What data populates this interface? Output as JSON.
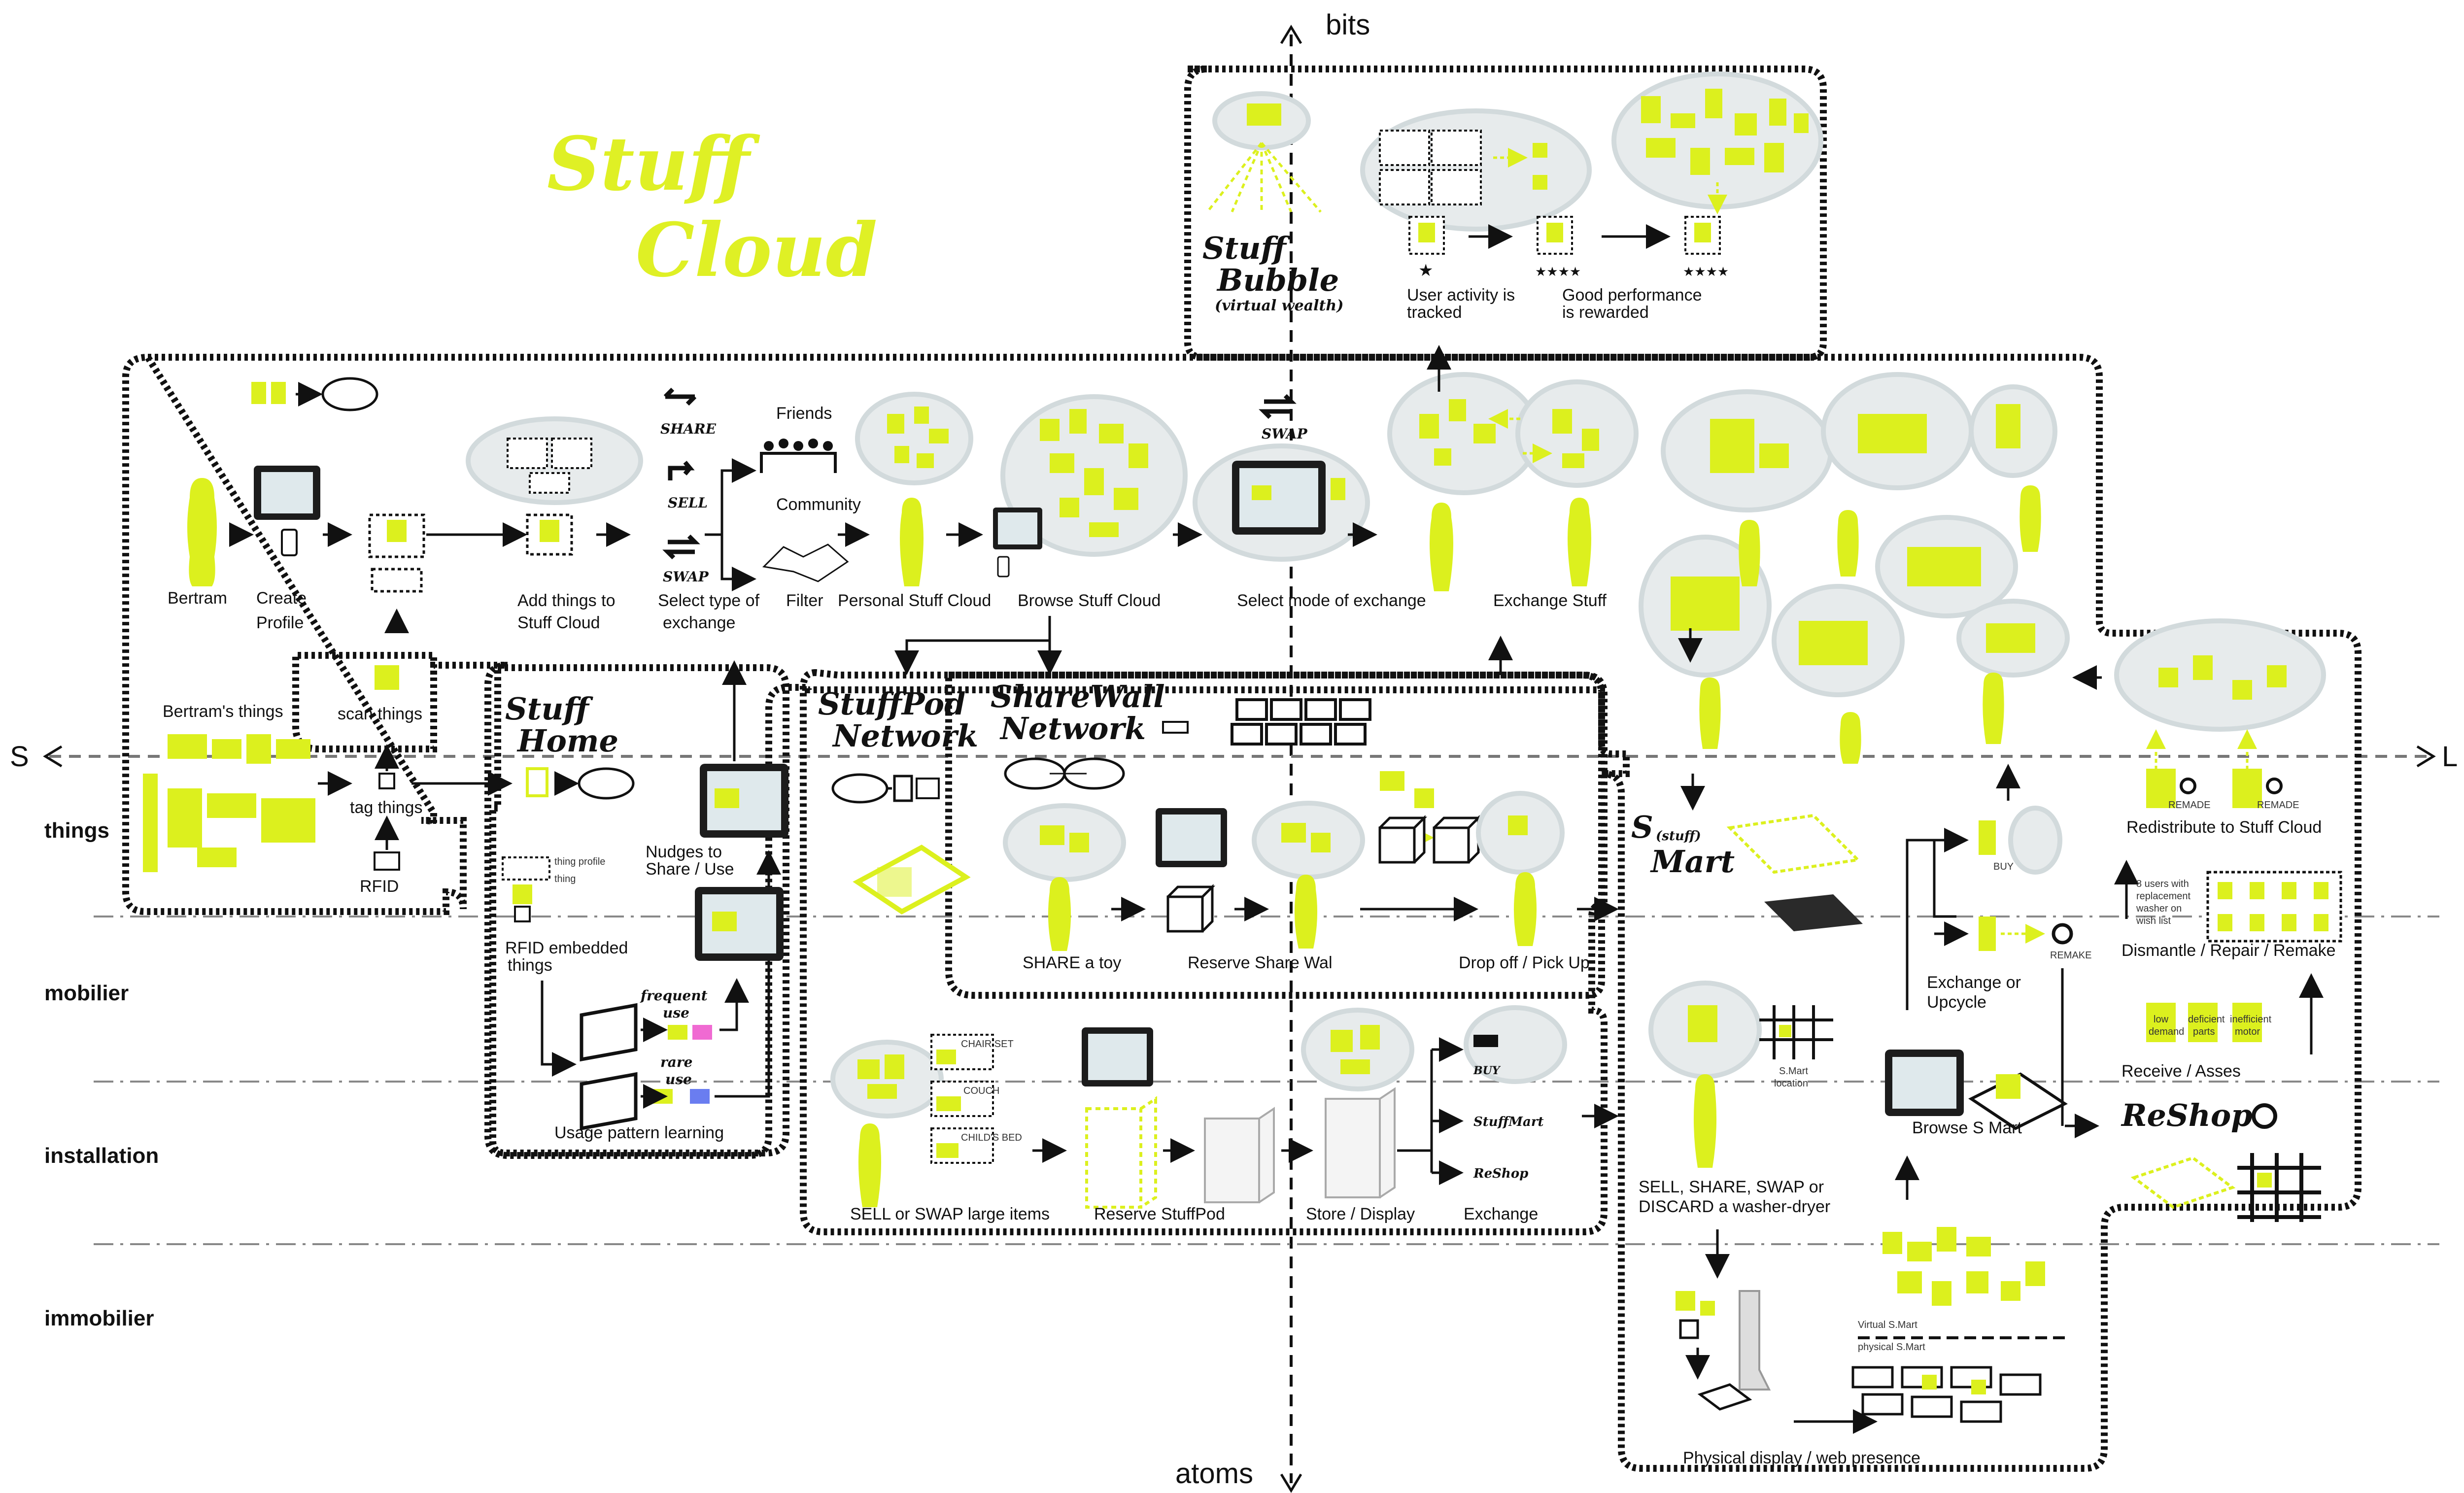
{
  "title": {
    "line1": "Stuff",
    "line2": "Cloud"
  },
  "axes": {
    "top": "bits",
    "bottom": "atoms",
    "left": "S",
    "right": "L"
  },
  "layers": [
    "things",
    "mobilier",
    "installation",
    "immobilier"
  ],
  "sections": {
    "stuff_bubble": {
      "title_1": "Stuff",
      "title_2": "Bubble",
      "subtitle": "(virtual wealth)"
    },
    "stuff_home": {
      "title_1": "Stuff",
      "title_2": "Home"
    },
    "stuffpod": {
      "title_1": "StuffPod",
      "title_2": "Network"
    },
    "sharewall": {
      "title_1": "ShareWall",
      "title_2": "Network"
    },
    "smart": {
      "title_s": "S",
      "title_sub": "(stuff)",
      "title_2": "Mart"
    },
    "reshop": {
      "title": "ReShop"
    }
  },
  "cloud_flow": {
    "bertram": "Bertram",
    "create_profile_1": "Create",
    "create_profile_2": "Profile",
    "add_things_1": "Add things to",
    "add_things_2": "Stuff Cloud",
    "select_type_1": "Select type of",
    "select_type_2": "exchange",
    "share": "SHARE",
    "sell": "SELL",
    "swap": "SWAP",
    "friends": "Friends",
    "community": "Community",
    "filter": "Filter",
    "personal_cloud": "Personal Stuff Cloud",
    "browse_cloud": "Browse Stuff Cloud",
    "select_mode": "Select mode of exchange",
    "mode_swap": "SWAP",
    "exchange_stuff": "Exchange Stuff",
    "bertrams_things": "Bertram's things",
    "scan_things": "scan things",
    "tag_things": "tag things",
    "rfid": "RFID"
  },
  "bubble_flow": {
    "user_activity_1": "User activity is",
    "user_activity_2": "tracked",
    "good_perf_1": "Good performance",
    "good_perf_2": "is rewarded"
  },
  "home_flow": {
    "nudges_1": "Nudges to",
    "nudges_2": "Share / Use",
    "rfid_embedded_1": "RFID embedded",
    "rfid_embedded_2": "things",
    "frequent_1": "frequent",
    "frequent_2": "use",
    "rare_1": "rare",
    "rare_2": "use",
    "usage_learning": "Usage pattern learning",
    "thing_profile": "thing profile",
    "thing": "thing"
  },
  "sharewall_flow": {
    "share_toy": "SHARE a toy",
    "reserve_wall": "Reserve Share Wal",
    "dropoff": "Drop off / Pick Up"
  },
  "stuffpod_flow": {
    "sell_swap_large": "SELL or SWAP large items",
    "reserve_pod": "Reserve StuffPod",
    "store_display": "Store / Display",
    "exchange": "Exchange",
    "opt_buy": "BUY",
    "opt_smart": "StuffMart",
    "opt_reshop": "ReShop",
    "item_labels": [
      "CHAIR SET",
      "COUCH",
      "CHILD'S BED"
    ]
  },
  "smart_flow": {
    "sell_share_1": "SELL, SHARE, SWAP or",
    "sell_share_2": "DISCARD a washer-dryer",
    "smart_location_1": "S.Mart",
    "smart_location_2": "location",
    "exchange_upcycle_1": "Exchange or",
    "exchange_upcycle_2": "Upcycle",
    "browse_smart": "Browse S Mart",
    "physical_display": "Physical display / web presence",
    "virtual_smart": "Virtual S.Mart",
    "physical_smart": "physical S.Mart",
    "buy": "BUY",
    "remake": "REMAKE"
  },
  "reshop_flow": {
    "redistribute": "Redistribute to Stuff Cloud",
    "remade": "REMADE",
    "dismantle": "Dismantle / Repair / Remake",
    "receive": "Receive / Asses",
    "wishlist_1": "8 users with",
    "wishlist_2": "replacement",
    "wishlist_3": "washer on",
    "wishlist_4": "wish list",
    "low_demand_1": "low",
    "low_demand_2": "demand",
    "deficient_1": "deficient",
    "deficient_2": "parts",
    "inefficient_1": "inefficient",
    "inefficient_2": "motor"
  },
  "colors": {
    "accent": "#dcf01e",
    "ink": "#111111",
    "cloud": "#e7ebec",
    "grid": "#888888"
  }
}
